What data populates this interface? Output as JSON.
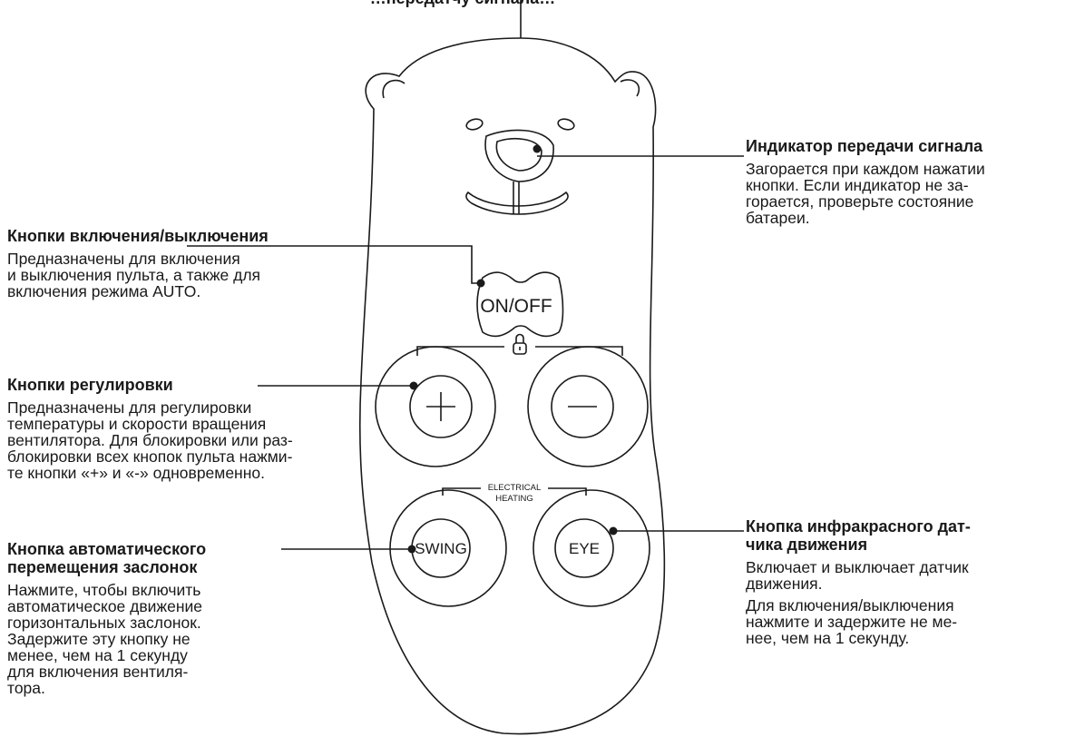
{
  "top_label": "…передатчу сигнала…",
  "buttons": {
    "onoff": "ON/OFF",
    "swing": "SWING",
    "eye": "EYE",
    "heating_line1": "ELECTRICAL",
    "heating_line2": "HEATING"
  },
  "callouts": {
    "indicator": {
      "title": "Индикатор передачи сигнала",
      "lines": [
        "Загорается при каждом нажатии",
        "кнопки. Если индикатор не за-",
        "горается, проверьте состояние",
        "батареи."
      ]
    },
    "power": {
      "title": "Кнопки включения/выключения",
      "lines": [
        "Предназначены для включения",
        "и выключения пульта, а также для",
        "включения режима AUTO."
      ]
    },
    "adjust": {
      "title": "Кнопки регулировки",
      "lines": [
        "Предназначены для регулировки",
        "температуры и скорости вращения",
        "вентилятора. Для блокировки или раз-",
        "блокировки всех кнопок пульта нажми-",
        "те кнопки «+» и «-» одновременно."
      ]
    },
    "swing": {
      "title_lines": [
        "Кнопка автоматического",
        "перемещения заслонок"
      ],
      "lines": [
        "Нажмите, чтобы включить",
        "автоматическое движение",
        "горизонтальных заслонок.",
        "Задержите эту кнопку не",
        "менее, чем на 1 секунду",
        "для включения вентиля-",
        "тора."
      ]
    },
    "eye": {
      "title_lines": [
        "Кнопка инфракрасного дат-",
        "чика движения"
      ],
      "para1": [
        "Включает и выключает датчик",
        "движения."
      ],
      "para2": [
        "Для включения/выключения",
        "нажмите и задержите не ме-",
        "нее, чем на 1 секунду."
      ]
    }
  }
}
